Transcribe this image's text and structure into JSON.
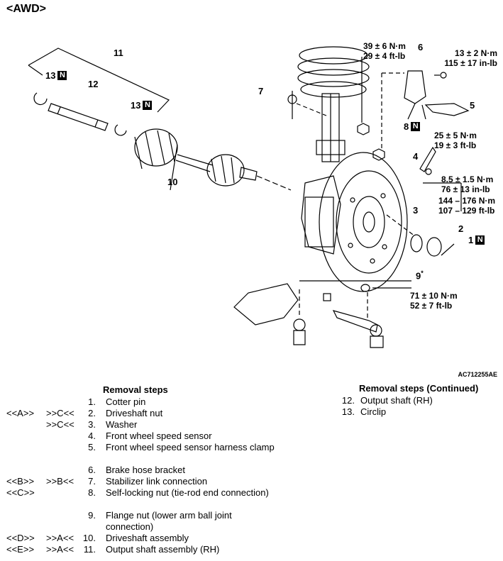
{
  "header": "<AWD>",
  "diagram": {
    "labels": {
      "n1": "1",
      "n2": "2",
      "n3": "3",
      "n4": "4",
      "n5": "5",
      "n6": "6",
      "n7": "7",
      "n8": "8",
      "n9": "9",
      "n9_star": "*",
      "n10": "10",
      "n11": "11",
      "n12": "12",
      "n13a": "13",
      "n13b": "13",
      "n_mark": "N"
    },
    "torques": {
      "t1a": "39 ± 6 N·m",
      "t1b": "29 ± 4 ft-lb",
      "t2a": "13 ± 2 N·m",
      "t2b": "115 ± 17 in-lb",
      "t3a": "25 ± 5 N·m",
      "t3b": "19 ± 3 ft-lb",
      "t4a": "8.5 ± 1.5 N·m",
      "t4b": "76 ± 13 in-lb",
      "t5a": "144 – 176 N·m",
      "t5b": "107 – 129 ft-lb",
      "t6a": "71 ± 10 N·m",
      "t6b": "52 ± 7 ft-lb"
    },
    "code": "AC712255AE"
  },
  "steps_left": {
    "title": "Removal steps",
    "rows": [
      {
        "c1": "",
        "c2": "",
        "n": "1.",
        "t": "Cotter pin"
      },
      {
        "c1": "<<A>>",
        "c2": ">>C<<",
        "n": "2.",
        "t": "Driveshaft nut"
      },
      {
        "c1": "",
        "c2": ">>C<<",
        "n": "3.",
        "t": "Washer"
      },
      {
        "c1": "",
        "c2": "",
        "n": "4.",
        "t": "Front wheel speed sensor"
      },
      {
        "c1": "",
        "c2": "",
        "n": "5.",
        "t": "Front wheel speed sensor harness clamp"
      },
      {
        "c1": "",
        "c2": "",
        "n": "6.",
        "t": "Brake hose bracket"
      },
      {
        "c1": "<<B>>",
        "c2": ">>B<<",
        "n": "7.",
        "t": "Stabilizer link connection"
      },
      {
        "c1": "<<C>>",
        "c2": "",
        "n": "8.",
        "t": "Self-locking nut (tie-rod end connection)"
      },
      {
        "c1": "",
        "c2": "",
        "n": "9.",
        "t": "Flange nut (lower arm ball joint connection)"
      },
      {
        "c1": "<<D>>",
        "c2": ">>A<<",
        "n": "10.",
        "t": "Driveshaft assembly"
      },
      {
        "c1": "<<E>>",
        "c2": ">>A<<",
        "n": "11.",
        "t": "Output shaft assembly (RH)"
      }
    ]
  },
  "steps_right": {
    "title": "Removal steps (Continued)",
    "rows": [
      {
        "n": "12.",
        "t": "Output shaft (RH)"
      },
      {
        "n": "13.",
        "t": "Circlip"
      }
    ]
  }
}
